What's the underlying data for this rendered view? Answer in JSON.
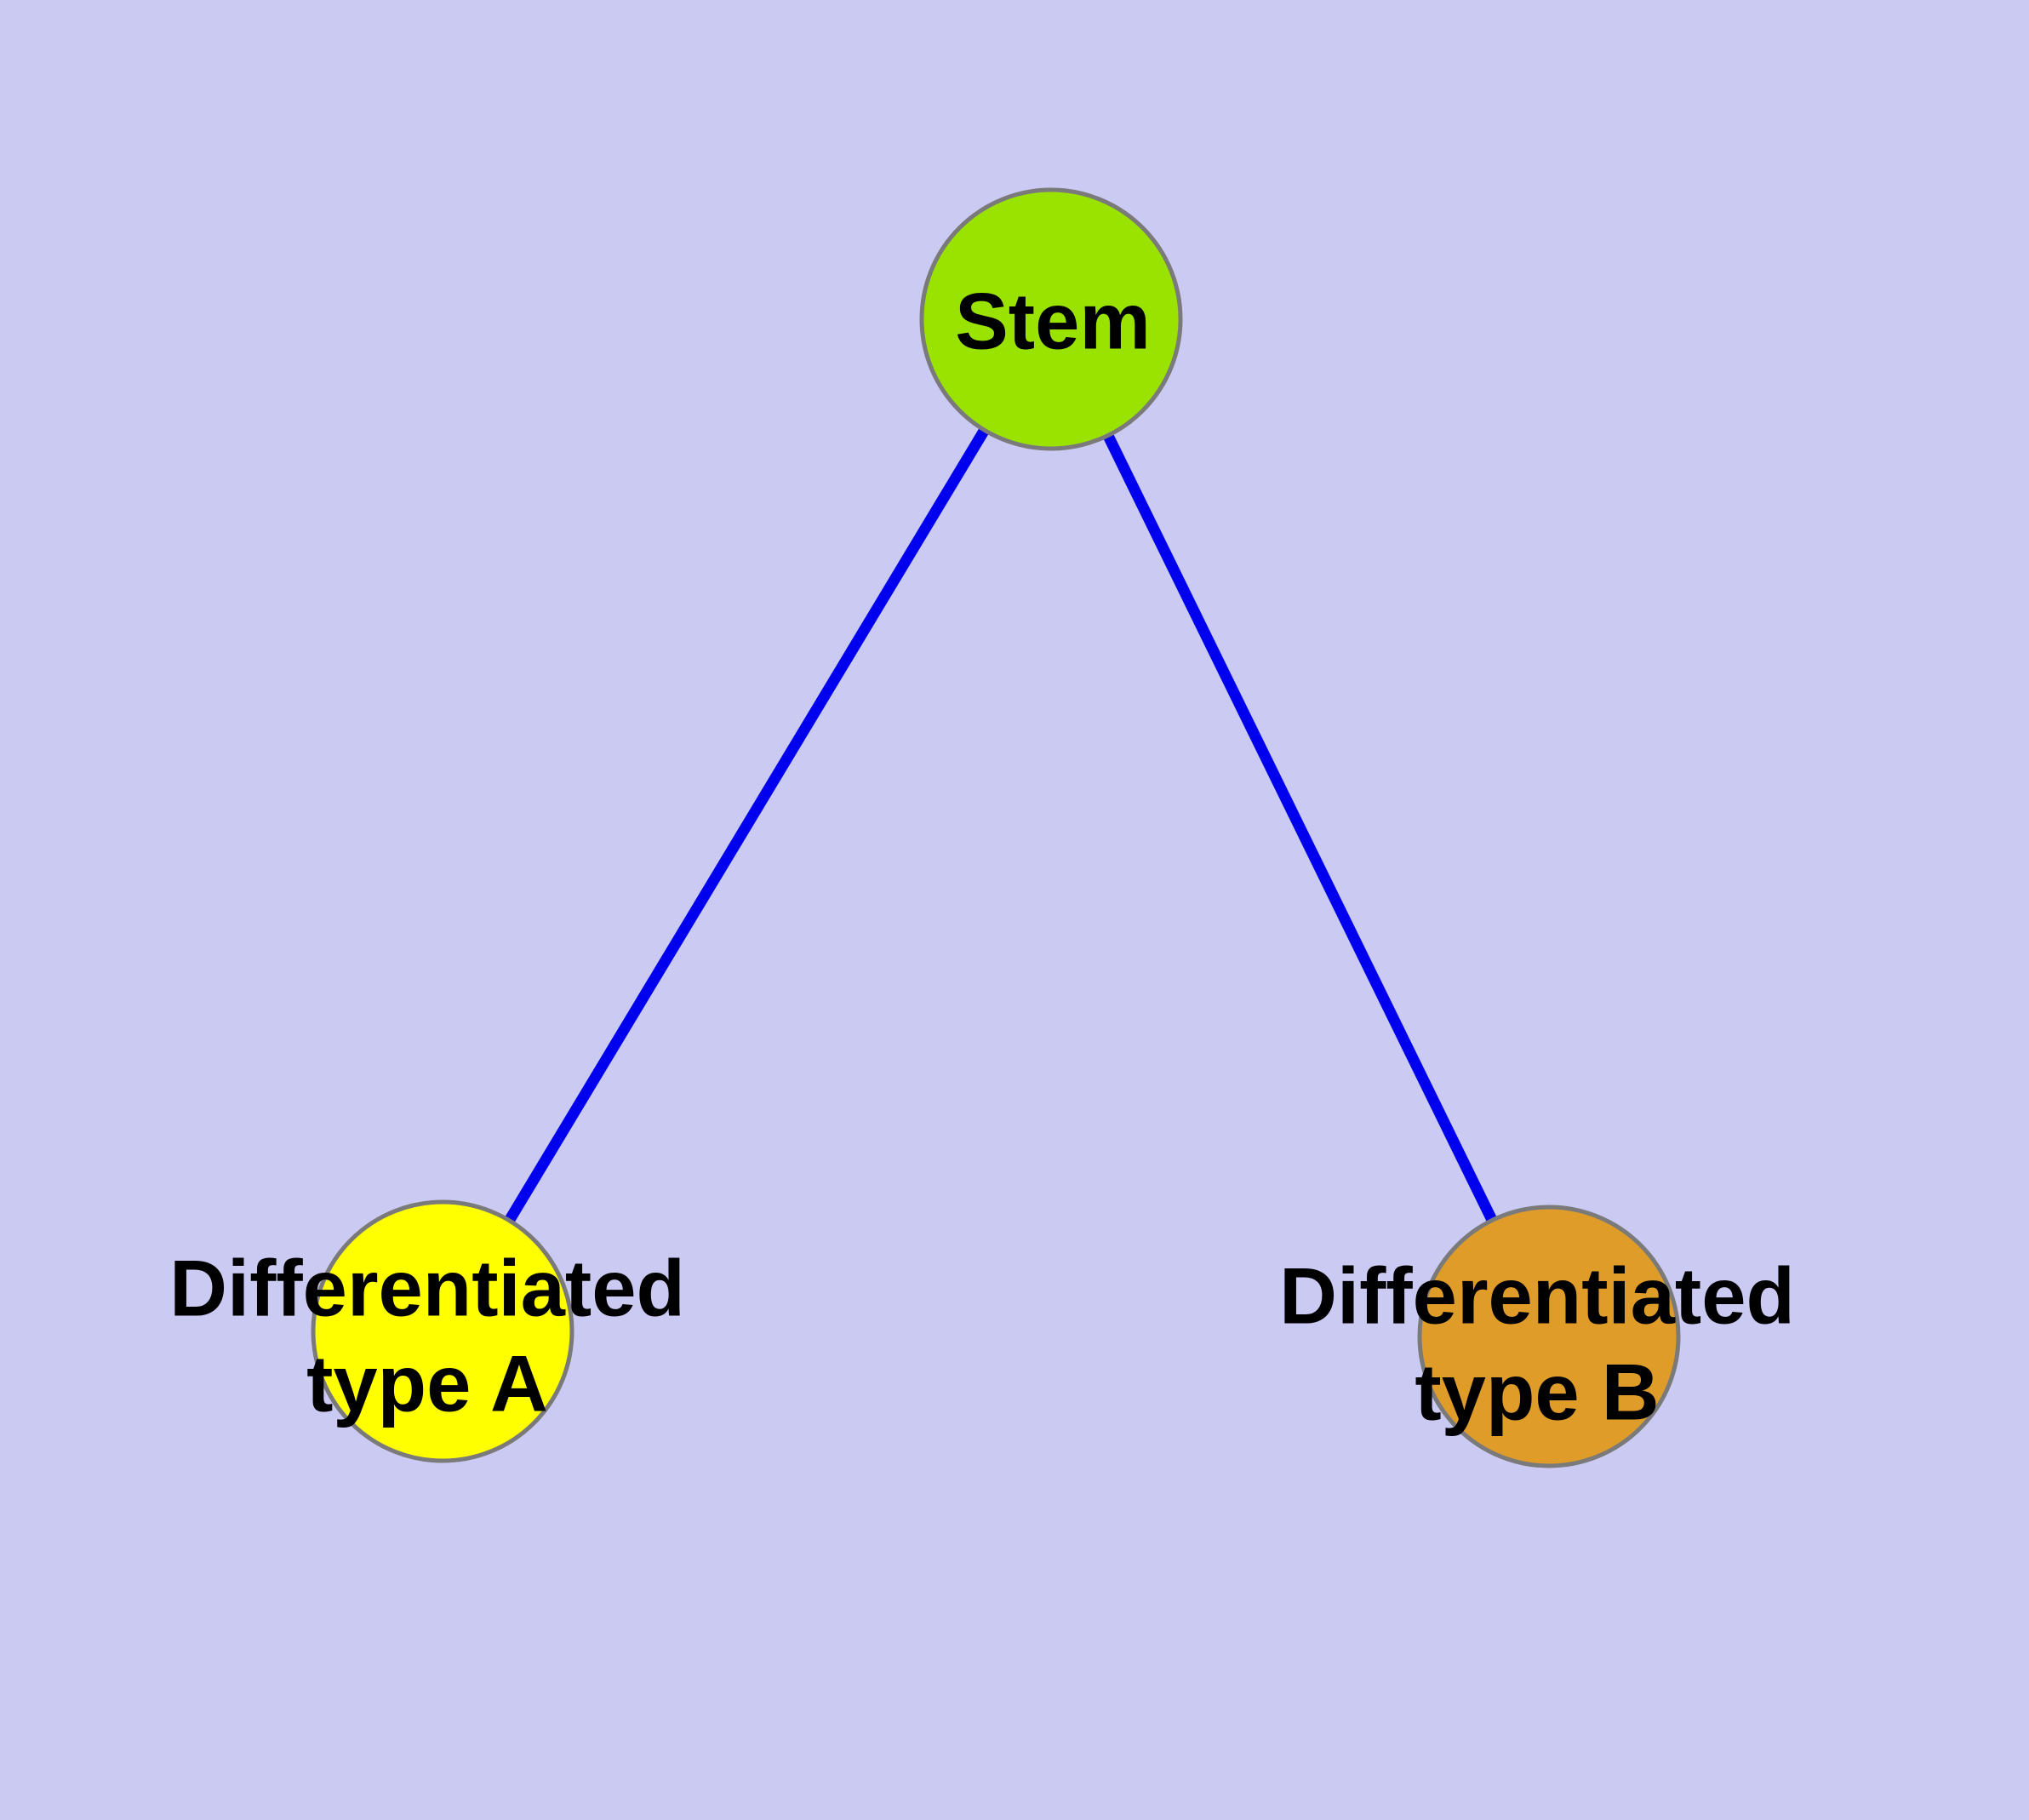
{
  "diagram": {
    "type": "node-link-graph",
    "background_color": "#cacaf3",
    "edge_color": "#0000ee",
    "node_border_color": "#7a7a7a",
    "label_color": "#000000",
    "nodes": {
      "stem": {
        "label": "Stem",
        "fill": "#9ae300"
      },
      "type_a": {
        "label_line1": "Differentiated",
        "label_line2": "type A",
        "fill": "#ffff00"
      },
      "type_b": {
        "label_line1": "Differentiated",
        "label_line2": "type B",
        "fill": "#e09c28"
      }
    },
    "edges": [
      {
        "from": "Stem",
        "to": "Differentiated type A"
      },
      {
        "from": "Stem",
        "to": "Differentiated type B"
      }
    ]
  }
}
